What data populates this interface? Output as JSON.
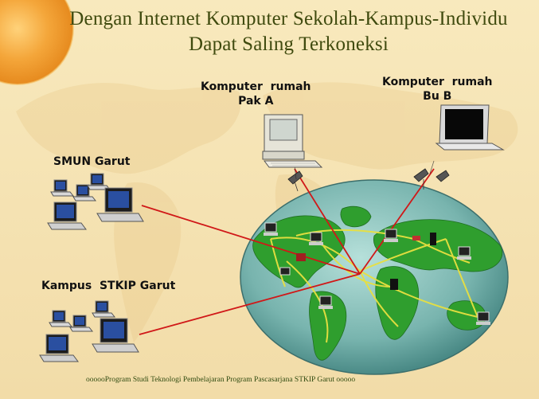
{
  "title": {
    "line1": "Dengan Internet Komputer Sekolah-Kampus-Individu",
    "line2": "Dapat Saling Terkoneksi"
  },
  "nodes": {
    "pak_a": "Komputer  rumah\nPak A",
    "bu_b": "Komputer  rumah\nBu B",
    "smun": "SMUN Garut",
    "kampus": "Kampus  STKIP Garut"
  },
  "footer": "oooooProgram Studi Teknologi Pembelajaran Program Pascasarjana STKIP Garut ooooo",
  "colors": {
    "background": "#f6e4b4",
    "title": "#3f4a0e",
    "link_line": "#d01818",
    "network_line": "#e8e040",
    "globe_ocean": "#7fb8b4",
    "land": "#2f9e2e",
    "sun": "#f0a830"
  }
}
